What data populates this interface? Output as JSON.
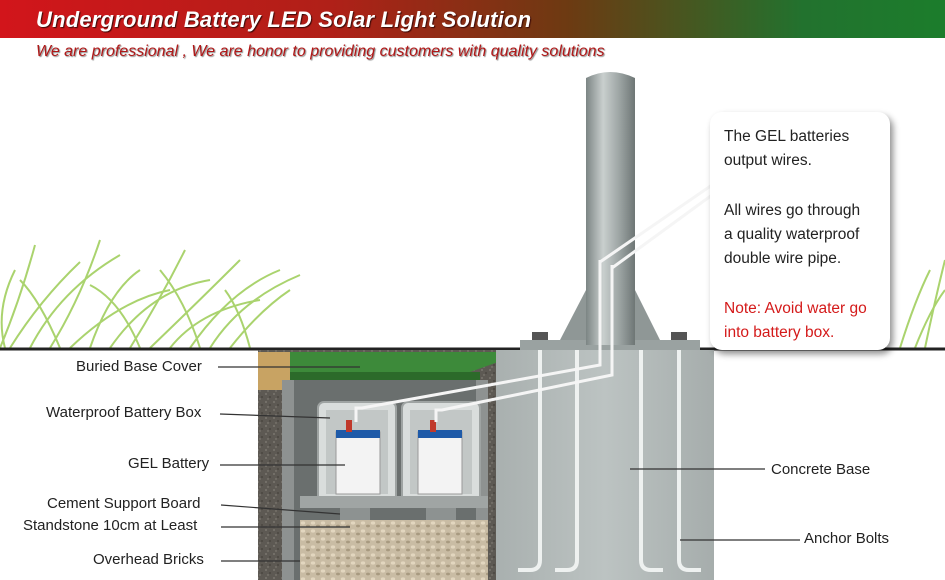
{
  "header": {
    "title": "Underground Battery LED Solar Light Solution",
    "subtitle": "We are professional , We are honor to providing customers with quality solutions"
  },
  "labels_left": {
    "buried_base_cover": "Buried Base Cover",
    "waterproof_battery_box": "Waterproof Battery Box",
    "gel_battery": "GEL Battery",
    "cement_support_board": "Cement Support Board",
    "standstone": "Standstone 10cm at Least",
    "overhead_bricks": "Overhead Bricks"
  },
  "labels_right": {
    "concrete_base": "Concrete Base",
    "anchor_bolts": "Anchor Bolts"
  },
  "callout": {
    "line1": "The GEL batteries",
    "line2": "output wires.",
    "line3": "All wires go through",
    "line4": "a quality waterproof",
    "line5": "double wire pipe.",
    "note1": "Note: Avoid water go",
    "note2": "into battery box."
  },
  "colors": {
    "banner_start": "#d2151b",
    "banner_end": "#1c7d2c",
    "note_text": "#d41a1a",
    "subtitle_text": "#b01818",
    "grass": "#8fc24a",
    "cover": "#3d8a3a",
    "concrete": "#b6bdbc"
  }
}
